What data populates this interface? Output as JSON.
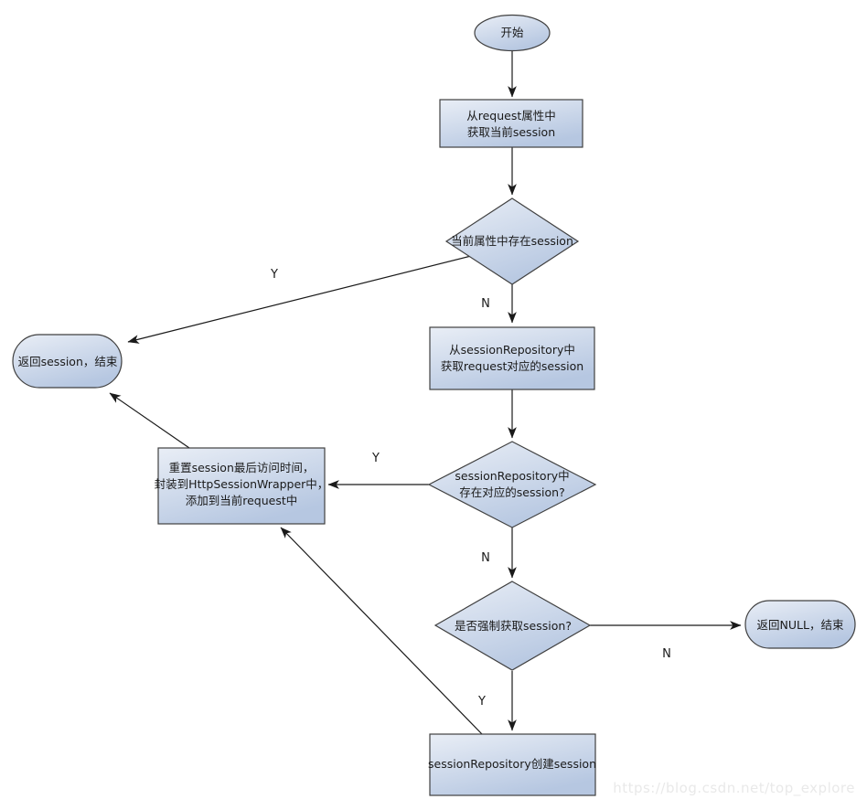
{
  "nodes": {
    "start": {
      "label": "开始"
    },
    "get_from_request": {
      "lines": [
        "从request属性中",
        "获取当前session"
      ]
    },
    "attr_has_session": {
      "label": "当前属性中存在session"
    },
    "return_session": {
      "label": "返回session，结束"
    },
    "get_from_repository": {
      "lines": [
        "从sessionRepository中",
        "获取request对应的session"
      ]
    },
    "repository_has_session": {
      "lines": [
        "sessionRepository中",
        "存在对应的session?"
      ]
    },
    "reset_session": {
      "lines": [
        "重置session最后访问时间，",
        "封装到HttpSessionWrapper中，",
        "添加到当前request中"
      ]
    },
    "force_get_session": {
      "label": "是否强制获取session?"
    },
    "return_null": {
      "label": "返回NULL，结束"
    },
    "create_session": {
      "label": "sessionRepository创建session"
    }
  },
  "edge_labels": {
    "attr_yes": "Y",
    "attr_no": "N",
    "repo_yes": "Y",
    "repo_no": "N",
    "force_no": "N",
    "force_yes": "Y"
  },
  "watermark": "https://blog.csdn.net/top_explore",
  "colors": {
    "canvas_bg": "#ffffff",
    "node_fill_top": "#e9eef6",
    "node_fill_bottom": "#b6c7e1",
    "node_border": "#404040",
    "edge_stroke": "#1a1a1a",
    "label_text": "#1a1a1a",
    "watermark_text": "#e9e9e9"
  }
}
